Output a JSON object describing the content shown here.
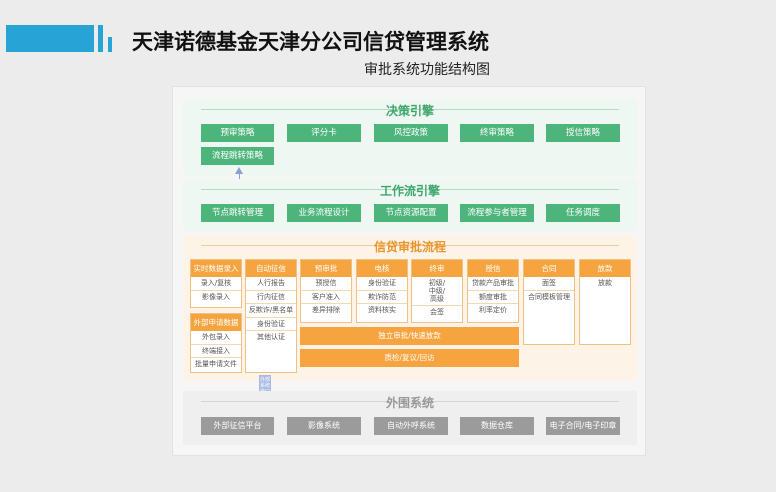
{
  "header": {
    "title": "天津诺德基金天津分公司信贷管理系统",
    "subtitle": "审批系统功能结构图"
  },
  "decision": {
    "title": "决策引擎",
    "buttons": [
      "预审策略",
      "评分卡",
      "风控政策",
      "终审策略",
      "授信策略",
      "流程跳转策略"
    ]
  },
  "workflow": {
    "title": "工作流引擎",
    "buttons": [
      "节点跳转管理",
      "业务流程设计",
      "节点资源配置",
      "流程参与者管理",
      "任务调度"
    ]
  },
  "credit": {
    "title": "信贷审批流程",
    "columns": [
      {
        "head": "实时数据录入",
        "items": [
          "录入/复核",
          "影像录入"
        ]
      },
      {
        "head": "自动征信",
        "items": [
          "人行报告",
          "行内征信",
          "反欺诈/黑名单",
          "身份验证",
          "其他认证"
        ]
      },
      {
        "head": "预审批",
        "items": [
          "预授信",
          "客户准入",
          "差异排除"
        ]
      },
      {
        "head": "电核",
        "items": [
          "身份验证",
          "欺诈防范",
          "资料核实"
        ]
      },
      {
        "head": "终审",
        "items": [
          "初级/\n中级/\n高级",
          "会签"
        ]
      },
      {
        "head": "授信",
        "items": [
          "贷款产品审批",
          "额度审批",
          "利率定价"
        ]
      },
      {
        "head": "合同",
        "items": [
          "面签",
          "合同模板管理"
        ]
      },
      {
        "head": "放款",
        "items": [
          "放款"
        ]
      }
    ],
    "external_input": {
      "head": "外部申请数据",
      "items": [
        "外包录入",
        "终端接入",
        "批量申请文件"
      ]
    },
    "bar1": "独立审批/快速放款",
    "bar2": "质检/复议/回访",
    "arrow_label": "外部系统接口"
  },
  "peripheral": {
    "title": "外围系统",
    "buttons": [
      "外部征信平台",
      "影像系统",
      "自动外呼系统",
      "数据仓库",
      "电子合同/电子印章"
    ]
  },
  "colors": {
    "accent_blue": "#27a3d6",
    "green": "#4db57b",
    "orange": "#f5a440",
    "gray": "#9b9b9b"
  }
}
